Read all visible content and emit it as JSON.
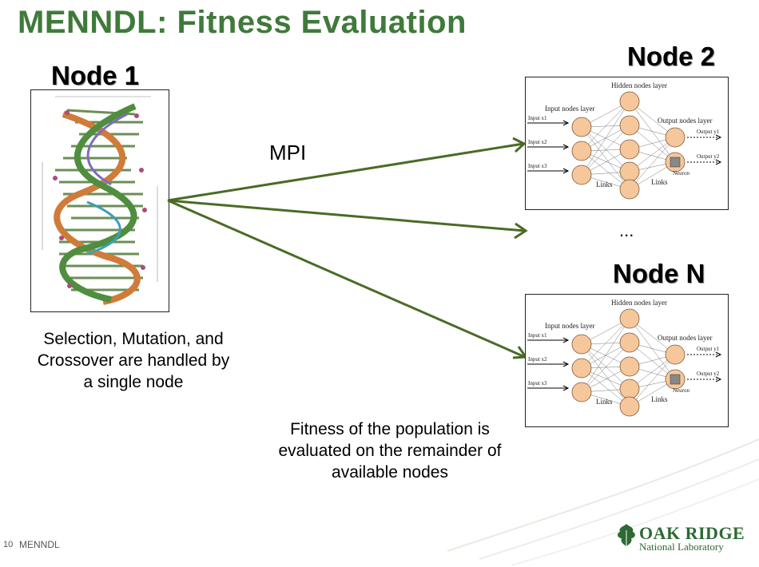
{
  "slide": {
    "title": "MENNDL:  Fitness Evaluation",
    "slide_number": "10",
    "footer_text": "MENNDL"
  },
  "node1": {
    "label": "Node 1",
    "caption_lines": [
      "Selection, Mutation, and",
      "Crossover are handled by",
      "a single node"
    ]
  },
  "node2": {
    "label": "Node 2"
  },
  "nodeN": {
    "label": "Node N"
  },
  "edge_label": "MPI",
  "ellipsis": "...",
  "fitness_caption_lines": [
    "Fitness of the population is",
    "evaluated on the remainder of",
    "available nodes"
  ],
  "nn_diagram": {
    "input_layer": "Input nodes layer",
    "hidden_layer": "Hidden nodes layer",
    "output_layer": "Output nodes layer",
    "input_x1": "Input x1",
    "input_x2": "Input x2",
    "input_x3": "Input x3",
    "output_y1": "Output y1",
    "output_y2": "Output y2",
    "links": "Links",
    "neuron": "Neuron"
  },
  "logo": {
    "name": "OAK RIDGE",
    "sub": "National Laboratory"
  },
  "colors": {
    "title": "#3f7a3a",
    "arrow": "#4a6b25",
    "node_fill": "#f6c79b",
    "logo": "#2d6a33"
  }
}
